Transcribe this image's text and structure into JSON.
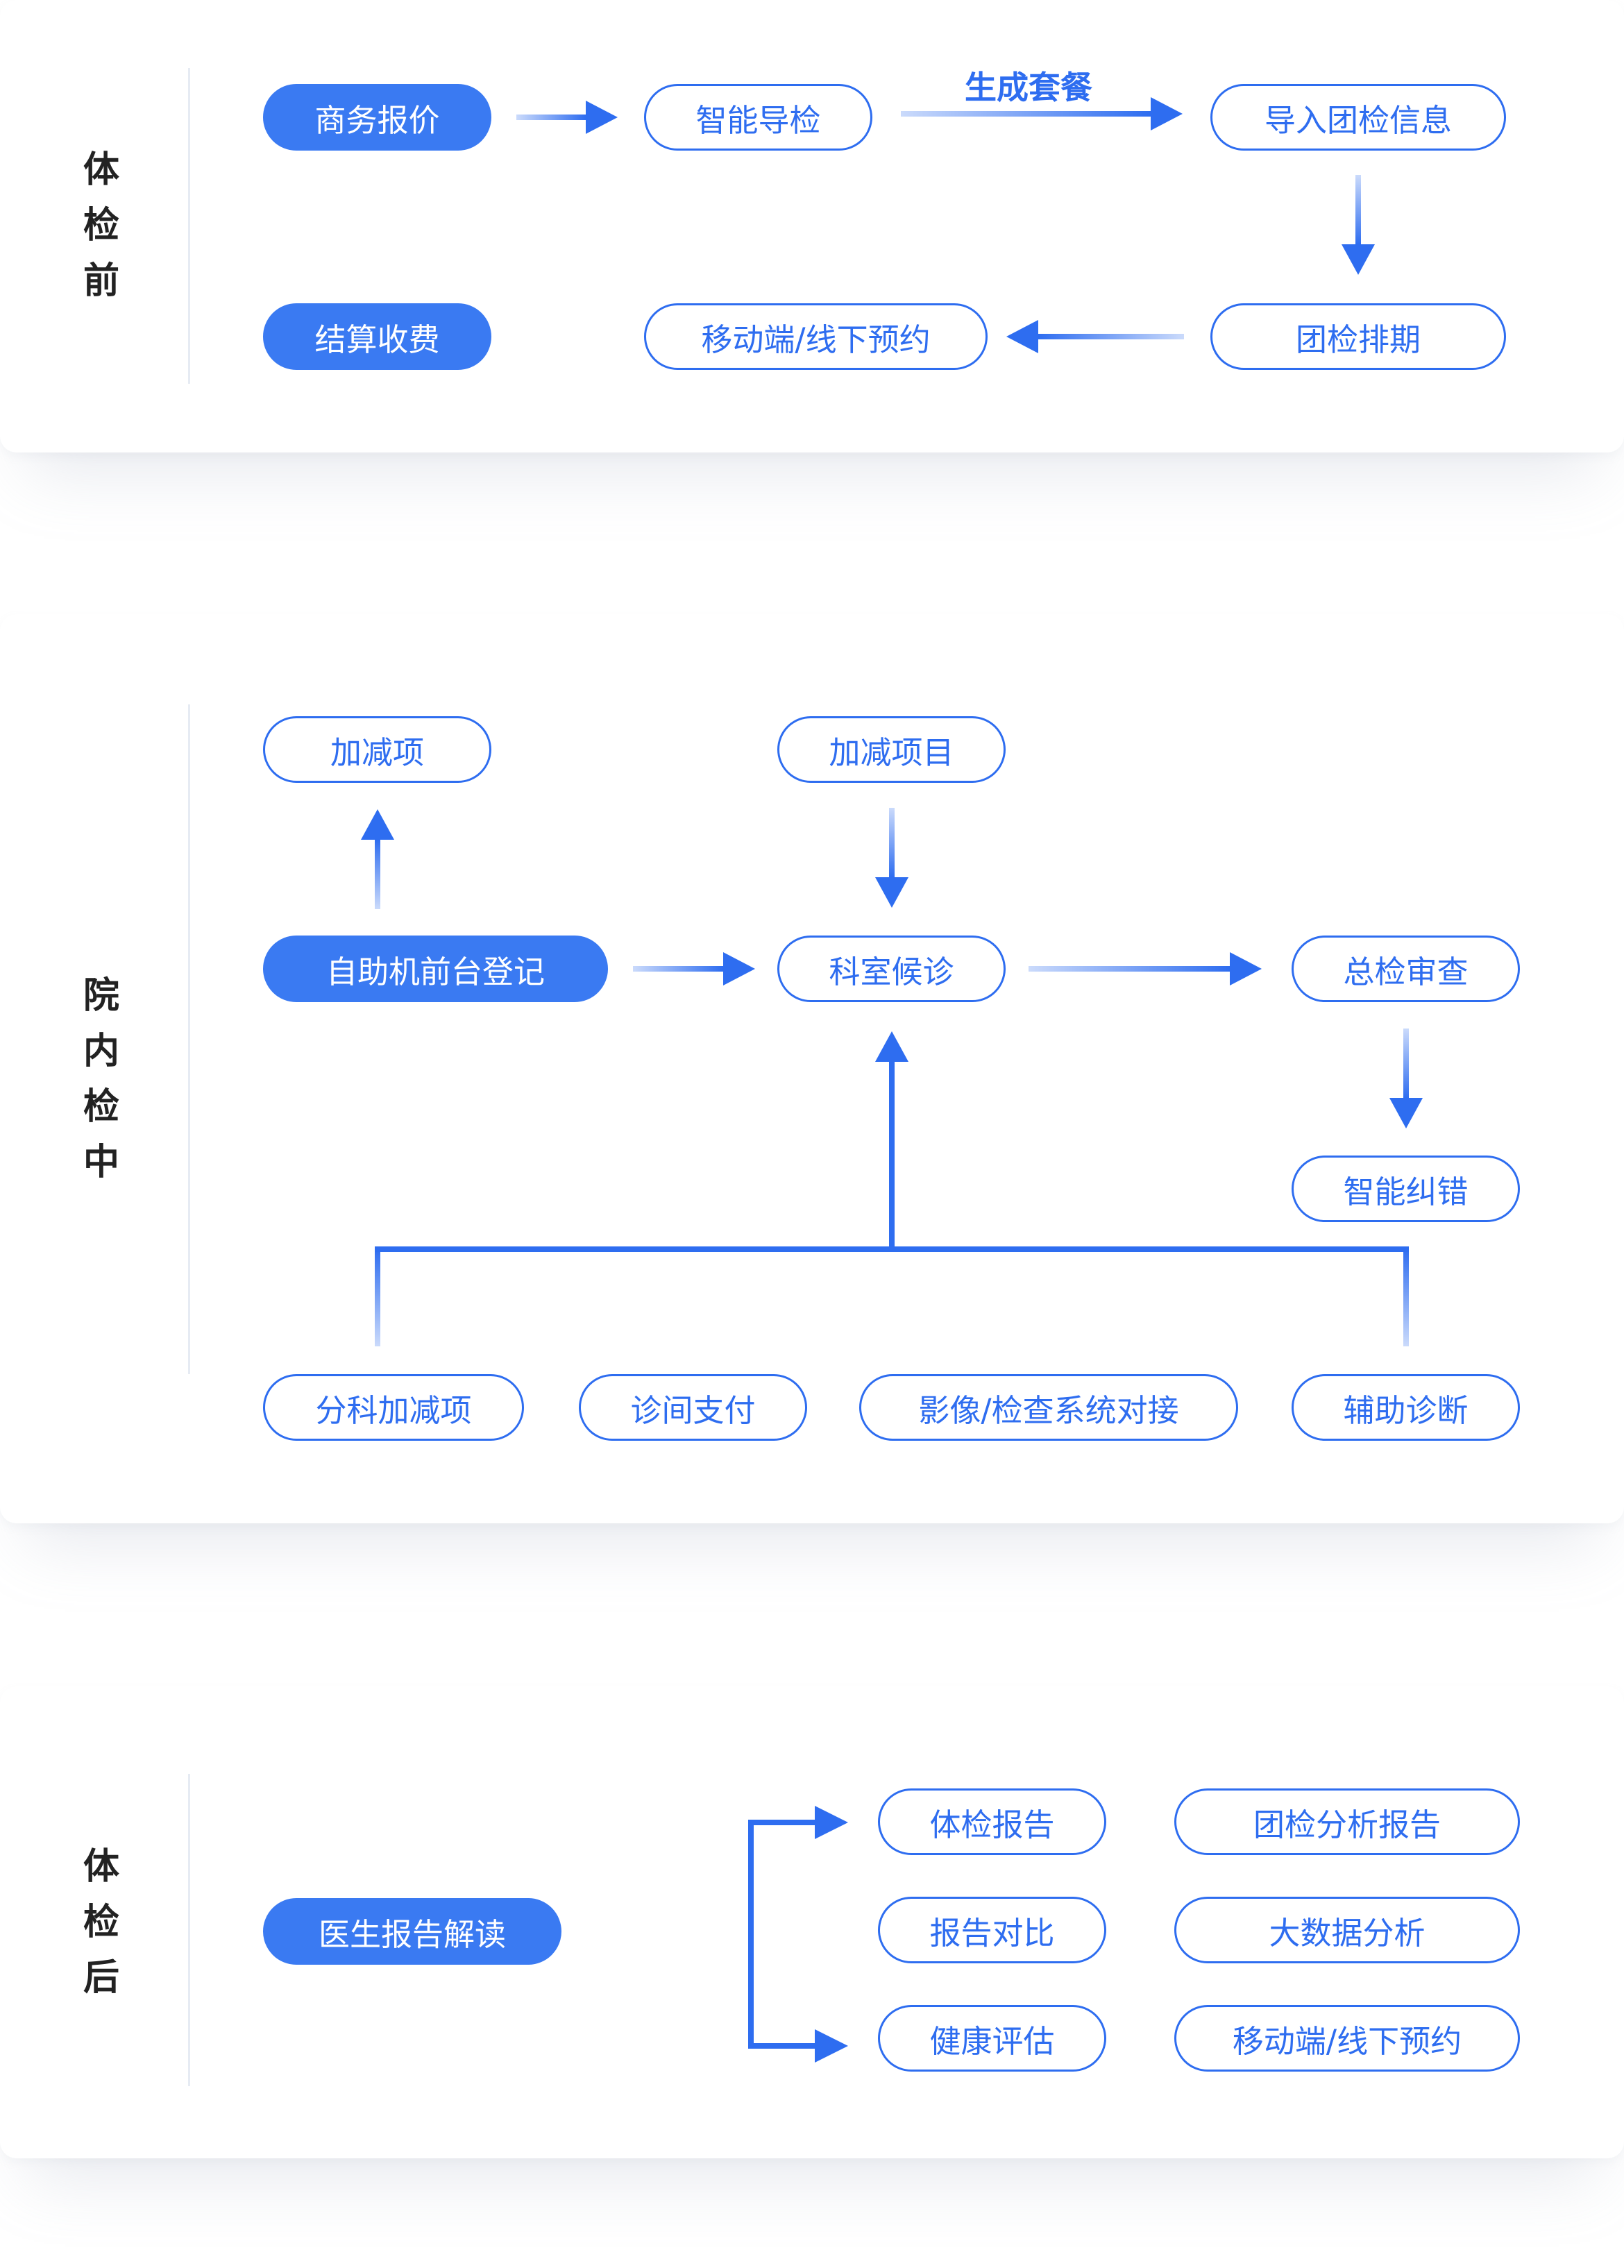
{
  "colors": {
    "primary": "#2e6df0",
    "fill": "#3a7af2",
    "stage_text": "#222222",
    "divider": "#e6ebf3"
  },
  "stages": [
    {
      "label": "体检前",
      "nodes": {
        "quote": "商务报价",
        "smart_guide": "智能导检",
        "import_info": "导入团检信息",
        "schedule": "团检排期",
        "booking": "移动端/线下预约",
        "settle": "结算收费"
      },
      "edge_labels": {
        "gen_package": "生成套餐"
      }
    },
    {
      "label": "院内检中",
      "nodes": {
        "add_remove": "加减项",
        "add_remove_items": "加减项目",
        "self_service": "自助机前台登记",
        "waiting": "科室候诊",
        "final_review": "总检审查",
        "smart_correct": "智能纠错",
        "dept_add_remove": "分科加减项",
        "clinic_pay": "诊间支付",
        "imaging": "影像/检查系统对接",
        "assist_diag": "辅助诊断"
      }
    },
    {
      "label": "体检后",
      "nodes": {
        "doctor_interpret": "医生报告解读",
        "report": "体检报告",
        "group_report": "团检分析报告",
        "compare": "报告对比",
        "big_data": "大数据分析",
        "health_eval": "健康评估",
        "mobile_booking": "移动端/线下预约"
      }
    }
  ]
}
